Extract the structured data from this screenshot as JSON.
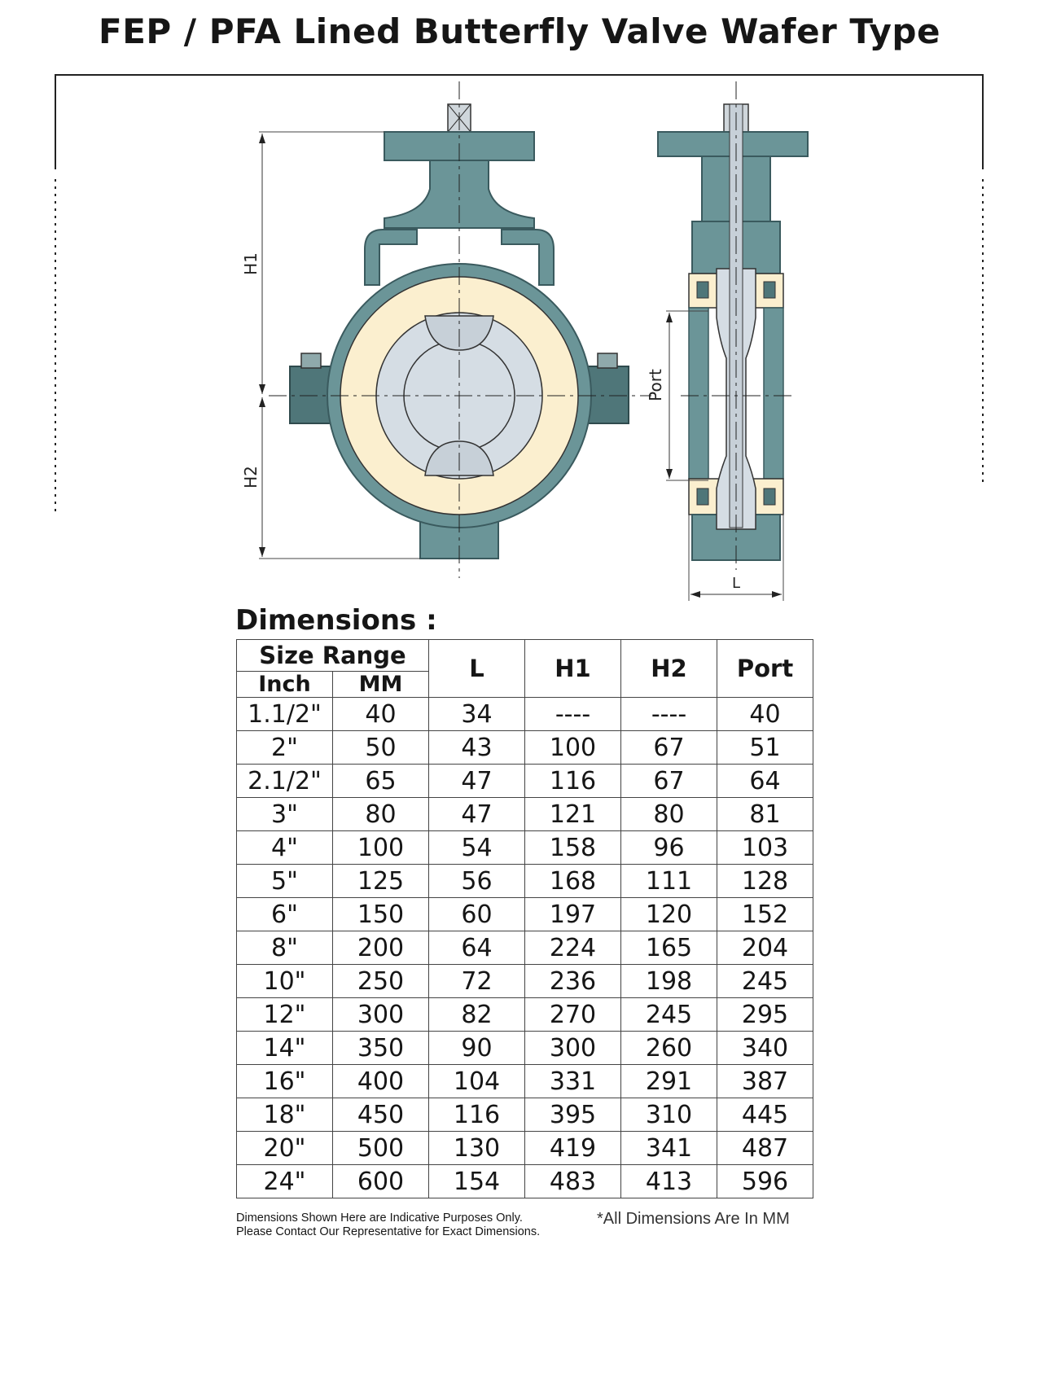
{
  "document": {
    "title": "FEP / PFA Lined Butterfly Valve Wafer Type"
  },
  "drawing": {
    "labels": {
      "h1": "H1",
      "h2": "H2",
      "port": "Port",
      "l": "L"
    },
    "colors": {
      "body": "#6b9598",
      "body_outline": "#3a5a5e",
      "liner": "#fbefcf",
      "disc": "#d5dde4",
      "line": "#222222"
    }
  },
  "dimensions": {
    "heading": "Dimensions :",
    "header": {
      "size_range": "Size Range",
      "inch": "Inch",
      "mm": "MM",
      "l": "L",
      "h1": "H1",
      "h2": "H2",
      "port": "Port"
    },
    "rows": [
      {
        "inch": "1.1/2\"",
        "mm": "40",
        "l": "34",
        "h1": "----",
        "h2": "----",
        "port": "40"
      },
      {
        "inch": "2\"",
        "mm": "50",
        "l": "43",
        "h1": "100",
        "h2": "67",
        "port": "51"
      },
      {
        "inch": "2.1/2\"",
        "mm": "65",
        "l": "47",
        "h1": "116",
        "h2": "67",
        "port": "64"
      },
      {
        "inch": "3\"",
        "mm": "80",
        "l": "47",
        "h1": "121",
        "h2": "80",
        "port": "81"
      },
      {
        "inch": "4\"",
        "mm": "100",
        "l": "54",
        "h1": "158",
        "h2": "96",
        "port": "103"
      },
      {
        "inch": "5\"",
        "mm": "125",
        "l": "56",
        "h1": "168",
        "h2": "111",
        "port": "128"
      },
      {
        "inch": "6\"",
        "mm": "150",
        "l": "60",
        "h1": "197",
        "h2": "120",
        "port": "152"
      },
      {
        "inch": "8\"",
        "mm": "200",
        "l": "64",
        "h1": "224",
        "h2": "165",
        "port": "204"
      },
      {
        "inch": "10\"",
        "mm": "250",
        "l": "72",
        "h1": "236",
        "h2": "198",
        "port": "245"
      },
      {
        "inch": "12\"",
        "mm": "300",
        "l": "82",
        "h1": "270",
        "h2": "245",
        "port": "295"
      },
      {
        "inch": "14\"",
        "mm": "350",
        "l": "90",
        "h1": "300",
        "h2": "260",
        "port": "340"
      },
      {
        "inch": "16\"",
        "mm": "400",
        "l": "104",
        "h1": "331",
        "h2": "291",
        "port": "387"
      },
      {
        "inch": "18\"",
        "mm": "450",
        "l": "116",
        "h1": "395",
        "h2": "310",
        "port": "445"
      },
      {
        "inch": "20\"",
        "mm": "500",
        "l": "130",
        "h1": "419",
        "h2": "341",
        "port": "487"
      },
      {
        "inch": "24\"",
        "mm": "600",
        "l": "154",
        "h1": "483",
        "h2": "413",
        "port": "596"
      }
    ],
    "note_line1": "Dimensions Shown Here are Indicative Purposes Only.",
    "note_line2": "Please Contact Our Representative for Exact Dimensions.",
    "note_units": "*All Dimensions Are In MM"
  }
}
